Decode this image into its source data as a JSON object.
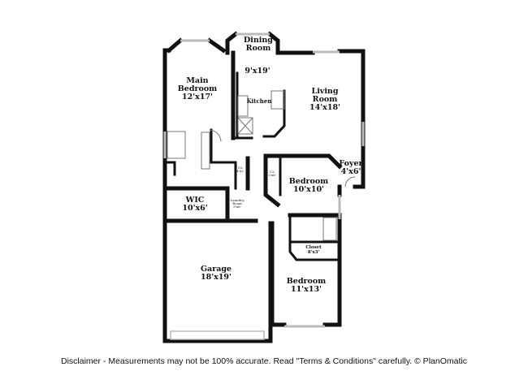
{
  "rooms": {
    "dining": {
      "name": "Dining Room",
      "line1": "Dining",
      "line2": "Room"
    },
    "kitchen_dim": "9'x19'",
    "kitchen": "Kitchen",
    "main_bedroom": {
      "line1": "Main",
      "line2": "Bedroom",
      "dim": "12'x17'"
    },
    "living": {
      "line1": "Living",
      "line2": "Room",
      "dim": "14'x18'"
    },
    "foyer": {
      "name": "Foyer",
      "dim": "4'x6'"
    },
    "bedroom2": {
      "name": "Bedroom",
      "dim": "10'x10'"
    },
    "cl1": {
      "name": "CL",
      "dim": "4'x2'"
    },
    "cl2": {
      "name": "CL",
      "dim": "2'x6'"
    },
    "wic": {
      "name": "WIC",
      "dim": "10'x6'"
    },
    "laundry": {
      "line1": "Laundry",
      "line2": "Room",
      "dim": "5'x6'"
    },
    "garage": {
      "name": "Garage",
      "dim": "18'x19'"
    },
    "closet": {
      "name": "Closet",
      "dim": "8'x3'"
    },
    "bedroom3": {
      "name": "Bedroom",
      "dim": "11'x13'"
    }
  },
  "disclaimer": "Disclaimer - Measurements may not be 100% accurate. Read \"Terms & Conditions\" carefully. © PlanOmatic",
  "colors": {
    "wall": "#111111",
    "window": "#bbbbbb"
  }
}
